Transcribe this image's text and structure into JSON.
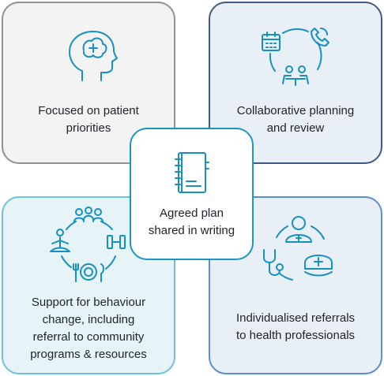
{
  "center": {
    "label": "Agreed plan\nshared in writing",
    "icon": "notebook-icon"
  },
  "top_left": {
    "label": "Focused on patient\npriorities",
    "icon": "head-brain-icon"
  },
  "top_right": {
    "label": "Collaborative planning\nand review",
    "icon": "collaboration-cycle-icon"
  },
  "bottom_left": {
    "label": "Support for behaviour\nchange, including\nreferral to community\nprograms & resources",
    "icon": "lifestyle-cycle-icon"
  },
  "bottom_right": {
    "label": "Individualised referrals\nto health professionals",
    "icon": "health-professionals-cycle-icon"
  },
  "colors": {
    "icon": "#1590c0",
    "grey_border": "#8f9196",
    "navy_border": "#3f5a86",
    "teal_border": "#6cc0dd",
    "blue_border": "#5b8ed0",
    "center_border": "#1a96c6"
  }
}
